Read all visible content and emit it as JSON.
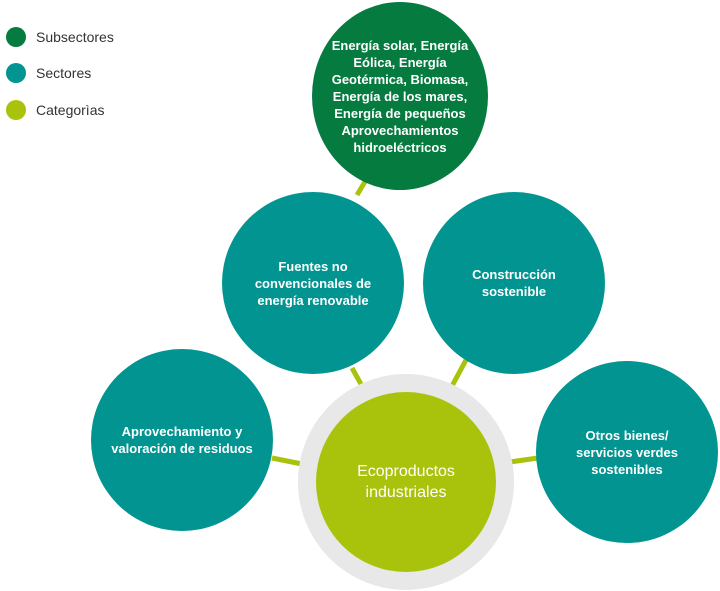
{
  "colors": {
    "subsector": "#067b3f",
    "sector": "#019490",
    "category": "#a9c30c",
    "connector": "#a9c30c",
    "ring": "#e8e8e8"
  },
  "legend": [
    {
      "label": "Subsectores",
      "color": "#067b3f"
    },
    {
      "label": "Sectores",
      "color": "#019490"
    },
    {
      "label": "Categorìas",
      "color": "#a9c30c"
    }
  ],
  "nodes": {
    "center": "Ecoproductos industriales",
    "subsector": "Energía solar, Energía Eólica, Energía Geotérmica, Biomasa, Energía de los mares, Energía de pequeños Aprovechamientos hidroeléctricos",
    "fuentes": "Fuentes no convencionales de energía renovable",
    "construccion": "Construcción sostenible",
    "aprovechamiento": "Aprovechamiento y valoración de residuos",
    "otros": "Otros bienes/ servicios verdes sostenibles"
  }
}
